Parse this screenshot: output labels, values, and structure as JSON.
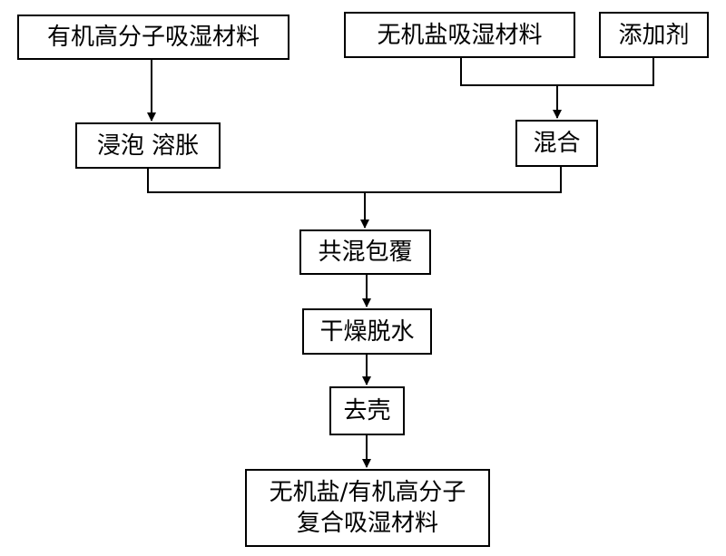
{
  "nodes": {
    "organic_polymer": "有机高分子吸湿材料",
    "inorganic_salt": "无机盐吸湿材料",
    "additive": "添加剂",
    "soak_swell": "浸泡 溶胀",
    "mix": "混合",
    "co_mix_coat": "共混包覆",
    "dry_dewater": "干燥脱水",
    "remove_shell": "去壳",
    "product_line1": "无机盐/有机高分子",
    "product_line2": "复合吸湿材料"
  }
}
